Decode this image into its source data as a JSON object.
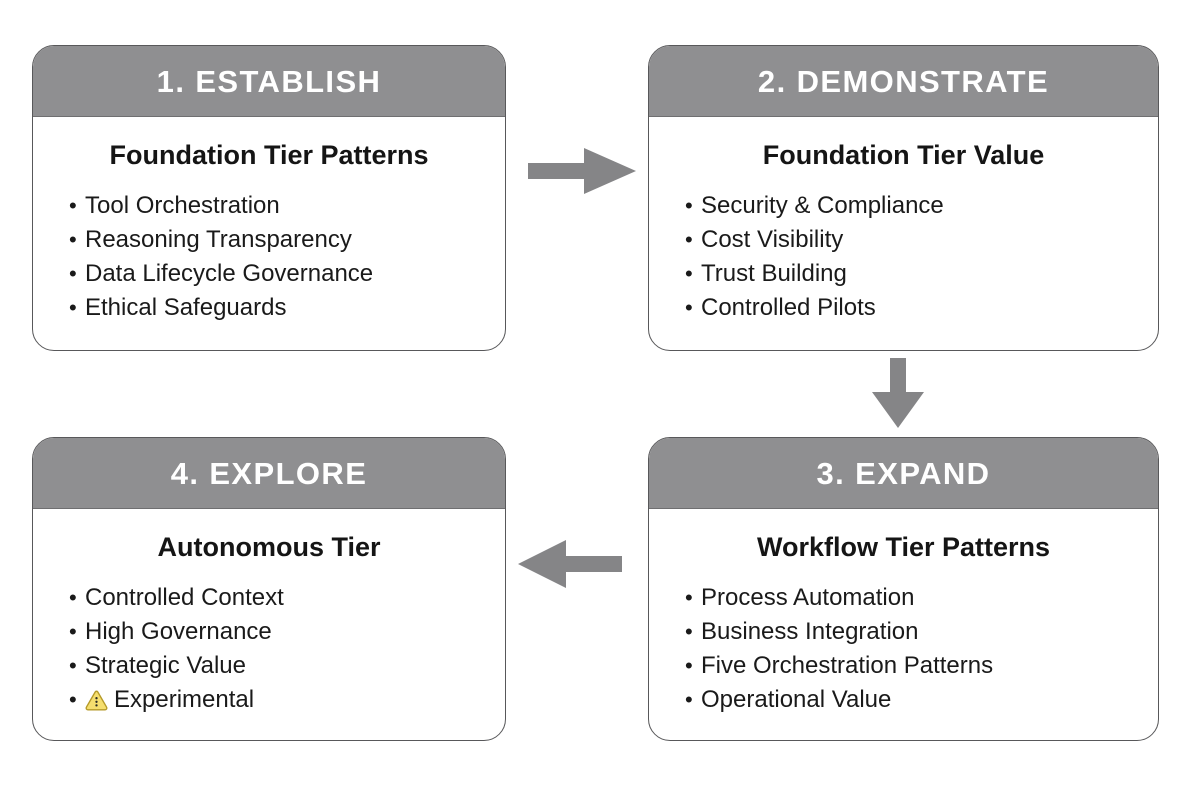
{
  "theme": {
    "header_gray": "#8f8f91",
    "border_gray": "#58585a",
    "arrow_gray": "#858587",
    "background": "#ffffff",
    "text_dark": "#1a1a1a",
    "warning_fill": "#f5de6e",
    "warning_stroke": "#b59a29"
  },
  "cards": [
    {
      "id": "establish",
      "header": "1. ESTABLISH",
      "subtitle": "Foundation Tier Patterns",
      "bullets": [
        {
          "text": "Tool Orchestration"
        },
        {
          "text": "Reasoning Transparency"
        },
        {
          "text": "Data Lifecycle Governance"
        },
        {
          "text": "Ethical Safeguards"
        }
      ]
    },
    {
      "id": "demonstrate",
      "header": "2. DEMONSTRATE",
      "subtitle": "Foundation Tier Value",
      "bullets": [
        {
          "text": "Security & Compliance"
        },
        {
          "text": "Cost Visibility"
        },
        {
          "text": "Trust Building"
        },
        {
          "text": "Controlled Pilots"
        }
      ]
    },
    {
      "id": "expand",
      "header": "3. EXPAND",
      "subtitle": "Workflow Tier Patterns",
      "bullets": [
        {
          "text": "Process Automation"
        },
        {
          "text": "Business Integration"
        },
        {
          "text": "Five Orchestration Patterns"
        },
        {
          "text": "Operational Value"
        }
      ]
    },
    {
      "id": "explore",
      "header": "4. EXPLORE",
      "subtitle": "Autonomous Tier",
      "bullets": [
        {
          "text": "Controlled Context"
        },
        {
          "text": "High Governance"
        },
        {
          "text": "Strategic Value"
        },
        {
          "text": "Experimental",
          "icon": "warning-triangle-icon"
        }
      ]
    }
  ],
  "bullet_marker": "•",
  "arrows": [
    {
      "id": "establish-to-demonstrate",
      "direction": "right",
      "from": "1. ESTABLISH",
      "to": "2. DEMONSTRATE"
    },
    {
      "id": "demonstrate-to-expand",
      "direction": "down",
      "from": "2. DEMONSTRATE",
      "to": "3. EXPAND"
    },
    {
      "id": "expand-to-explore",
      "direction": "left",
      "from": "3. EXPAND",
      "to": "4. EXPLORE"
    }
  ]
}
